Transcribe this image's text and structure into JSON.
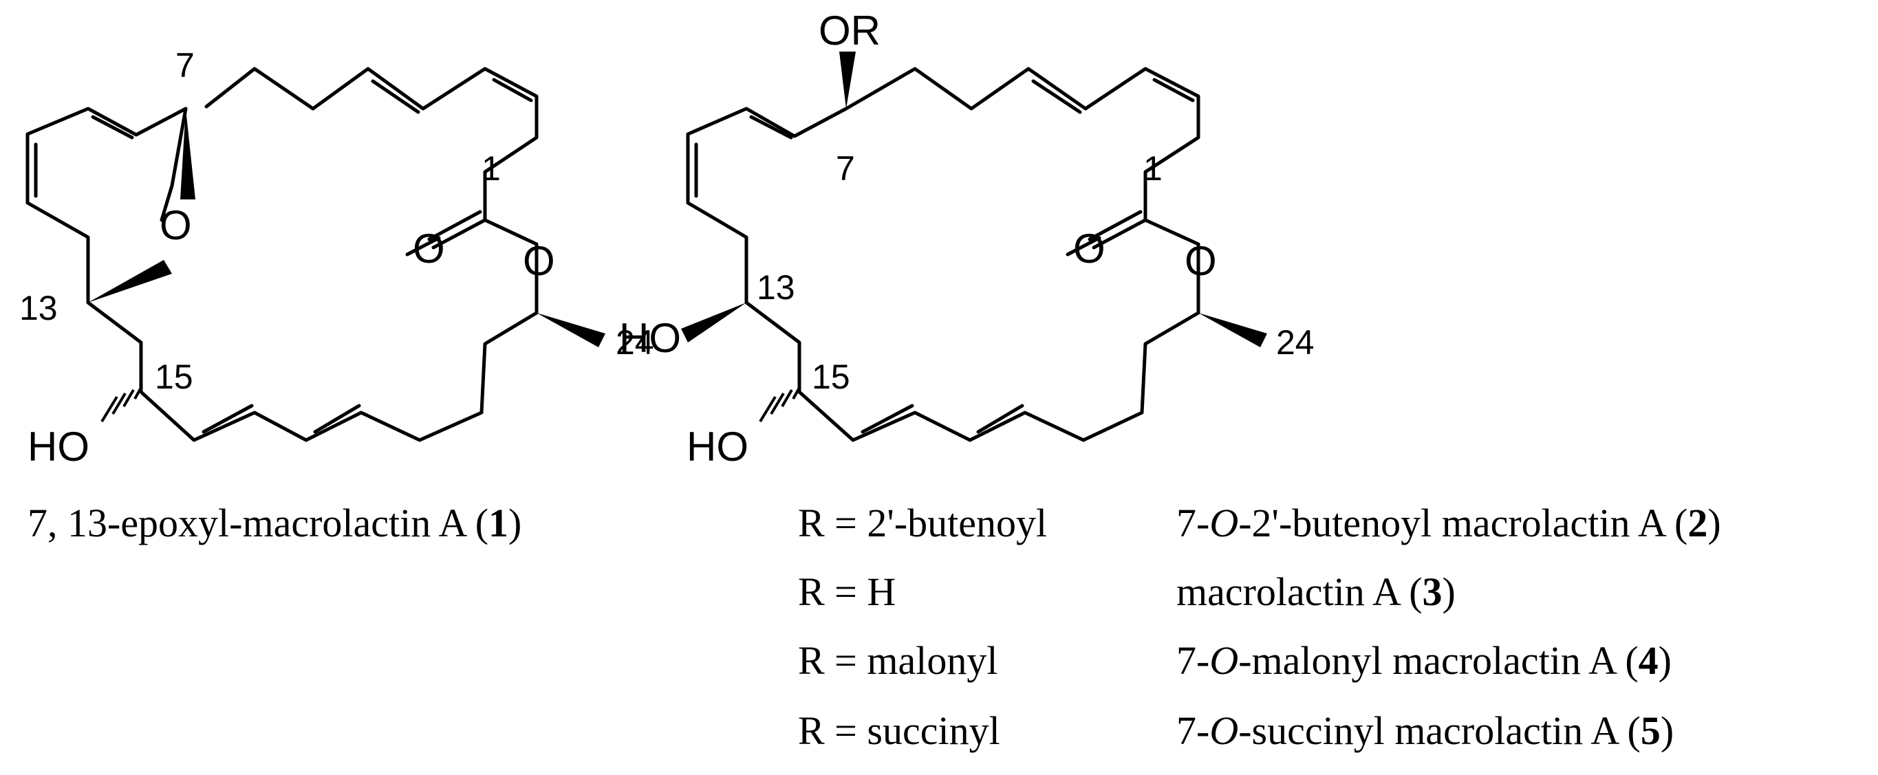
{
  "compound1": {
    "atom_o_ring": "O",
    "atom_o_carbonyl": "O",
    "atom_o_ester": "O",
    "atom_ho": "HO",
    "num_1": "1",
    "num_7": "7",
    "num_13": "13",
    "num_15": "15",
    "num_24": "24",
    "caption": {
      "before": "7, 13-epoxyl-macrolactin A (",
      "id": "1",
      "after": ")"
    }
  },
  "compound_series": {
    "atom_or": "OR",
    "atom_o_carbonyl": "O",
    "atom_o_ester": "O",
    "atom_ho_13": "HO",
    "atom_ho_15": "HO",
    "num_1": "1",
    "num_7": "7",
    "num_13": "13",
    "num_15": "15",
    "num_24": "24"
  },
  "table": [
    {
      "r": "R = 2'-butenoyl",
      "pre": "7-",
      "italic": "O",
      "name": "-2'-butenoyl macrolactin A (",
      "id": "2",
      "post": ")"
    },
    {
      "r": "R = H",
      "pre": "",
      "italic": "",
      "name": "macrolactin A (",
      "id": "3",
      "post": ")"
    },
    {
      "r": "R = malonyl",
      "pre": "7-",
      "italic": "O",
      "name": "-malonyl macrolactin A (",
      "id": "4",
      "post": ")"
    },
    {
      "r": "R = succinyl",
      "pre": "7-",
      "italic": "O",
      "name": "-succinyl macrolactin A (",
      "id": "5",
      "post": ")"
    }
  ]
}
